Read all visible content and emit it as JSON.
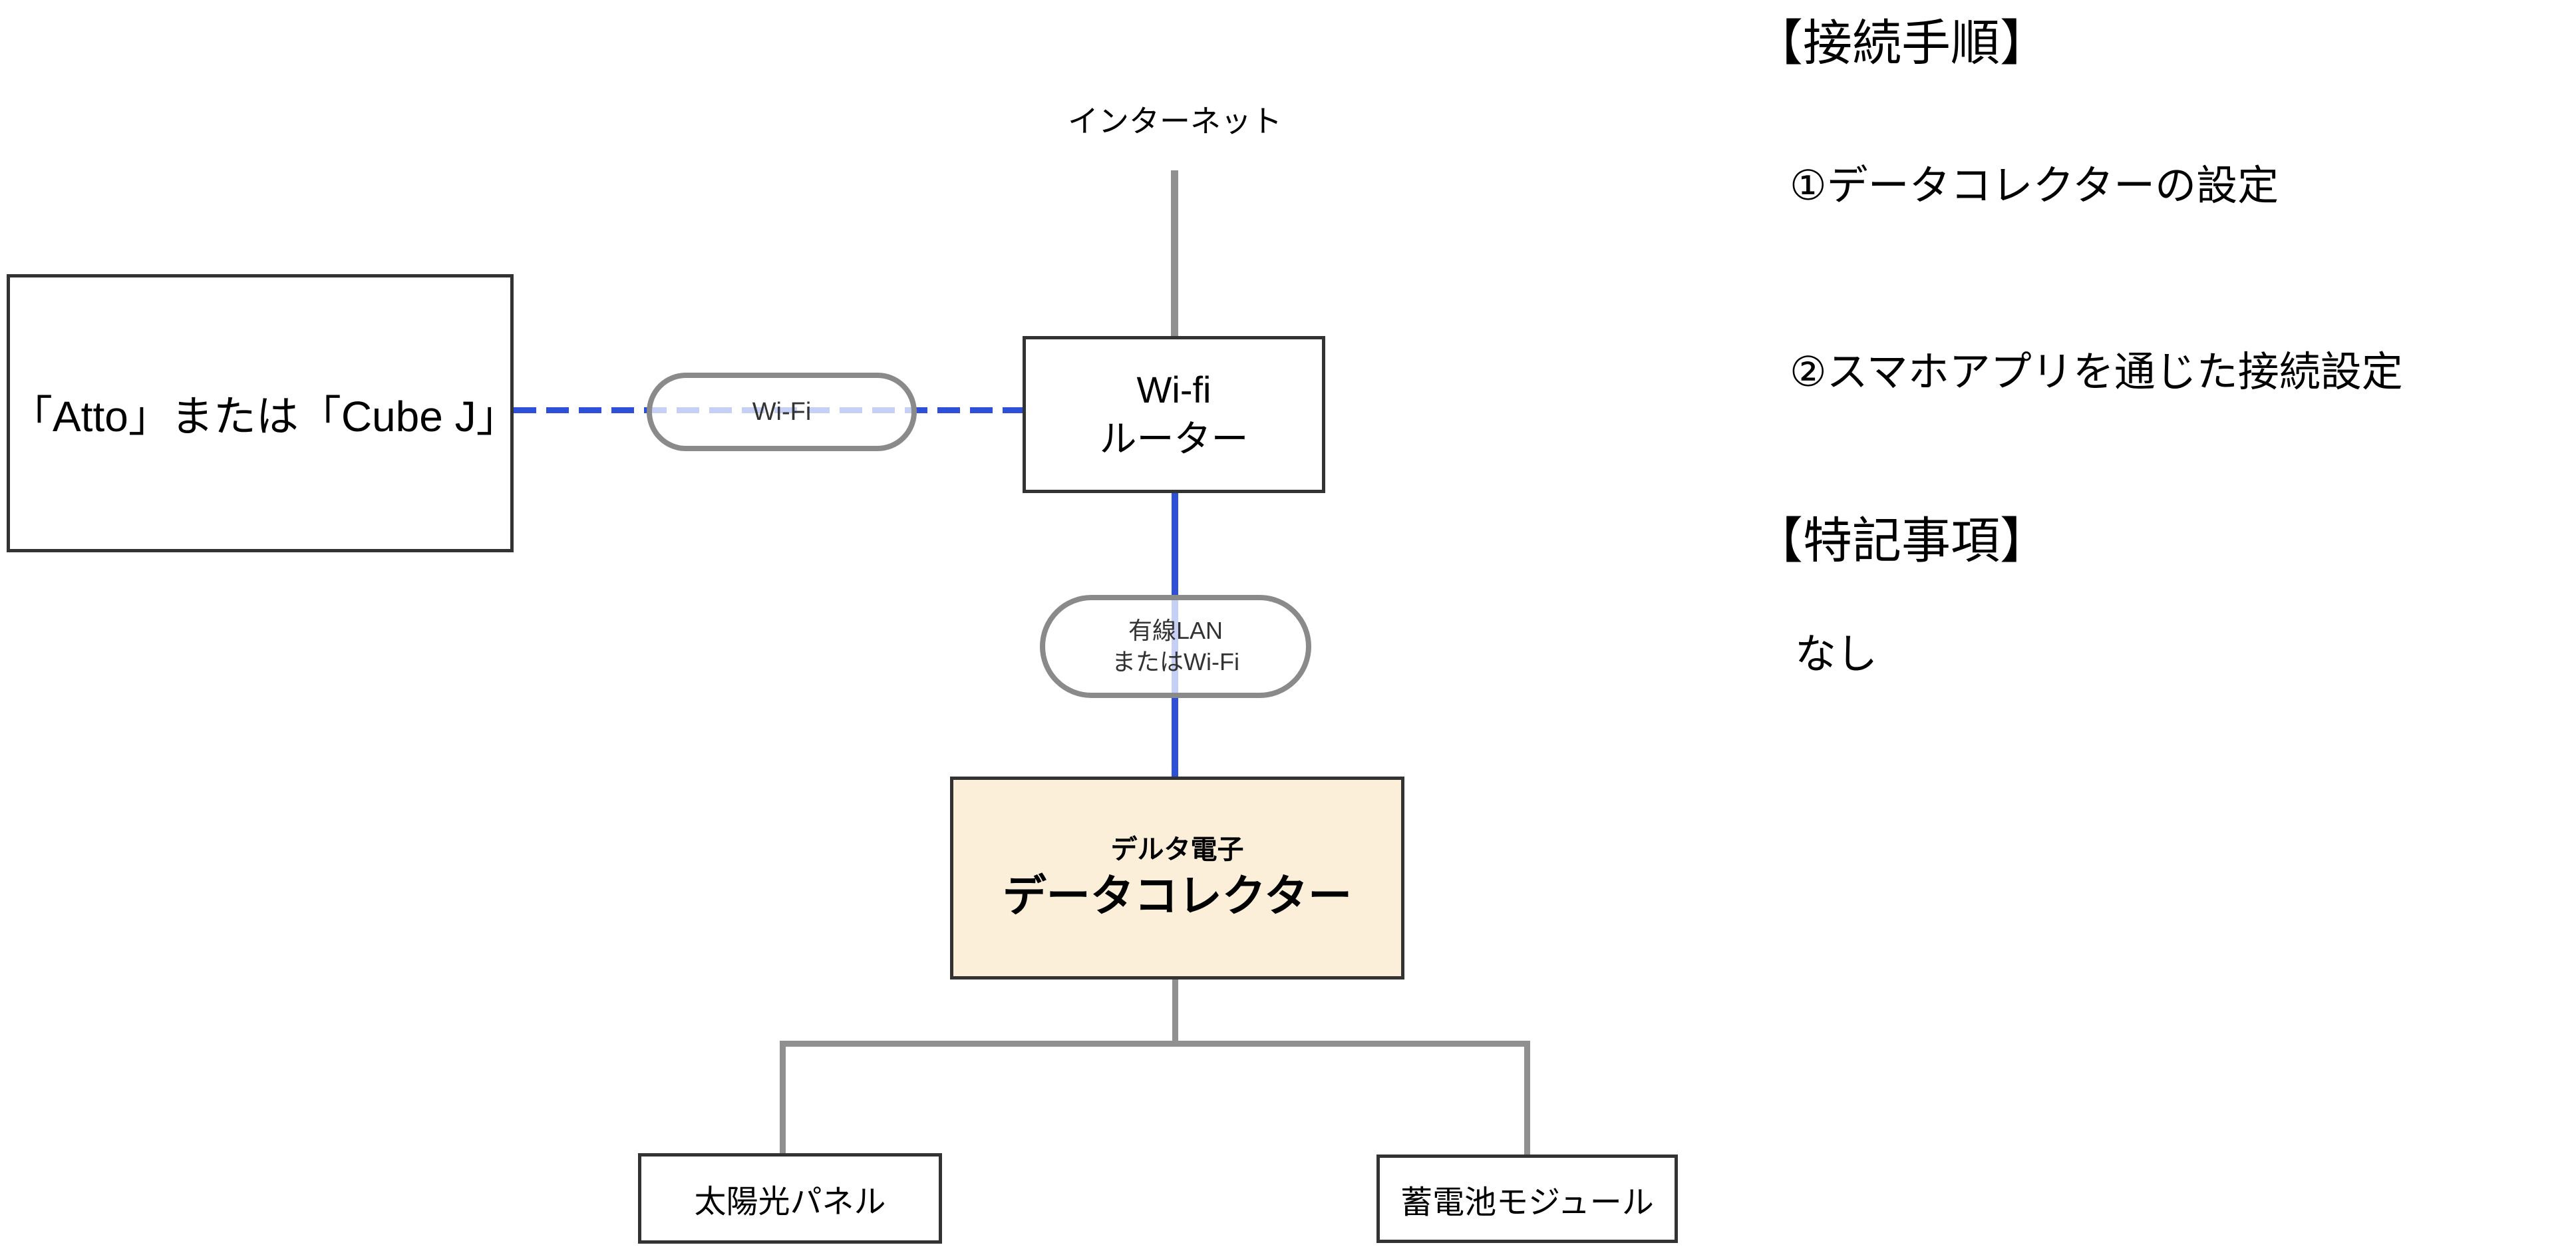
{
  "diagram": {
    "internet_label": "インターネット",
    "left_device_box": {
      "label": "「Atto」または「Cube J」"
    },
    "router_box": {
      "line1": "Wi-fi",
      "line2": "ルーター"
    },
    "wifi_pill": {
      "label": "Wi-Fi"
    },
    "lan_pill": {
      "line1": "有線LAN",
      "line2": "またはWi-Fi"
    },
    "collector_box": {
      "line1": "デルタ電子",
      "line2": "データコレクター"
    },
    "solar_box": {
      "label": "太陽光パネル"
    },
    "battery_box": {
      "label": "蓄電池モジュール"
    }
  },
  "sidebar": {
    "section1_title": "【接続手順】",
    "steps": [
      "①データコレクターの設定",
      "②スマホアプリを通じた接続設定"
    ],
    "section2_title": "【特記事項】",
    "note": "なし"
  },
  "colors": {
    "connection_blue": "#2E50D8",
    "connection_blue_light": "#C7CEF5",
    "connector_gray": "#909090",
    "box_border": "#333333",
    "pill_border": "#8A8A8A",
    "collector_fill": "#FBEFD9"
  }
}
